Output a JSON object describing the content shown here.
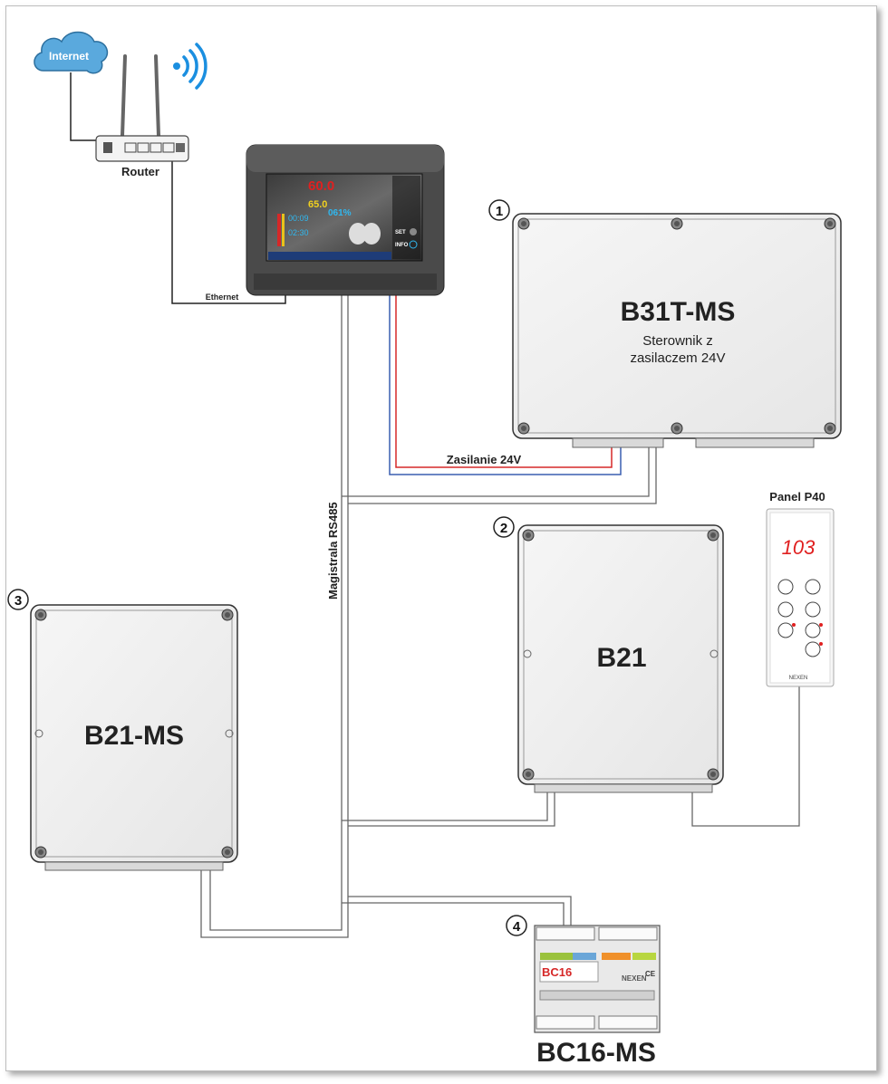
{
  "labels": {
    "internet": "Internet",
    "router": "Router",
    "ethernet": "Ethernet",
    "power": "Zasilanie 24V",
    "bus": "Magistrala RS485",
    "panel": "Panel P40"
  },
  "devices": {
    "b31t": {
      "number": "1",
      "title": "B31T-MS",
      "subtitle_line1": "Sterownik z",
      "subtitle_line2": "zasilaczem 24V"
    },
    "b21": {
      "number": "2",
      "title": "B21"
    },
    "b21ms": {
      "number": "3",
      "title": "B21-MS"
    },
    "bc16": {
      "number": "4",
      "title": "BC16-MS",
      "module_label": "BC16",
      "brand": "NEXEN",
      "ce": "CE"
    }
  },
  "panel_p40": {
    "display": "103",
    "brand": "NEXEN"
  },
  "touchscreen": {
    "temp_big": "60.0",
    "temp_set": "65.0",
    "humidity": "061%",
    "time1": "00:09",
    "time2": "02:30",
    "menu_set": "SET",
    "menu_info": "INFO"
  },
  "colors": {
    "power_wire_red": "#d62828",
    "power_wire_blue": "#3a5fb0",
    "bus_wire": "#555555",
    "box_fill": "#efefef",
    "cloud": "#5aa9dd"
  }
}
